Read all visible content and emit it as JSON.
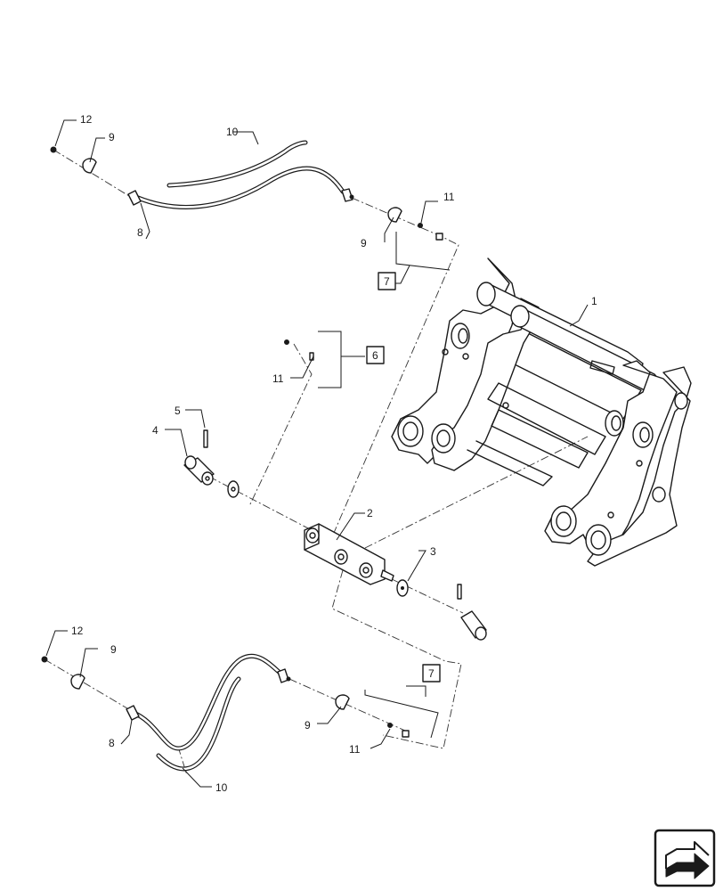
{
  "callouts": {
    "c1": "1",
    "c2": "2",
    "c3": "3",
    "c4": "4",
    "c5": "5",
    "c6": "6",
    "c7a": "7",
    "c7b": "7",
    "c8a": "8",
    "c8b": "8",
    "c9a": "9",
    "c9b": "9",
    "c9c": "9",
    "c9d": "9",
    "c10a": "10",
    "c10b": "10",
    "c11a": "11",
    "c11b": "11",
    "c11c": "11",
    "c12a": "12",
    "c12b": "12"
  },
  "colors": {
    "line": "#1a1a1a",
    "background": "#ffffff"
  },
  "icons": {
    "navigation": "next-page-arrow-icon"
  }
}
